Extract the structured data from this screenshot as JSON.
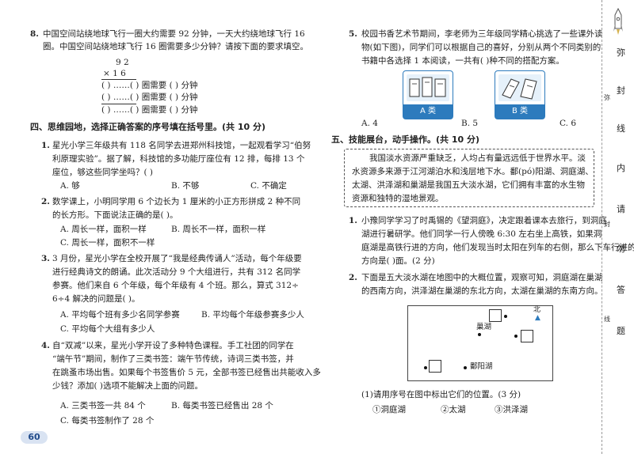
{
  "page_number": "60",
  "left": {
    "q8": {
      "num": "8.",
      "line1": "中国空间站绕地球飞行一圈大约需要 92 分钟，一天大约绕地球飞行 16",
      "line2": "圈。中国空间站绕地球飞行 16 圈需要多少分钟？请按下面的要求填空。",
      "calc_top": "9 2",
      "calc_mul": "×  1 6",
      "row1": "(        ) ……(   ) 圈需要 (      ) 分钟",
      "row2": "(        ) ……(   ) 圈需要 (      ) 分钟",
      "row3": "(        ) ……(   ) 圈需要 (      ) 分钟"
    },
    "section4_title": "四、思维园地，选择正确答案的序号填在括号里。(共 10 分)",
    "q1": {
      "num": "1.",
      "lines": [
        "星光小学三年级共有 118 名同学去进郑州科技馆，一起观看学习“伯努",
        "利原理实验”。据了解，科技馆的多功能厅座位有 12 排，每排 13 个",
        "座位，够这些同学坐吗？(    )"
      ],
      "a": "A. 够",
      "b": "B. 不够",
      "c": "C. 不确定"
    },
    "q2": {
      "num": "2.",
      "lines": [
        "数学课上，小明同学用 6 个边长为 1 厘米的小正方形拼成 2 种不同",
        "的长方形。下面说法正确的是(    )。"
      ],
      "a": "A. 周长一样，面积一样",
      "b": "B. 周长不一样，面积一样",
      "c": "C. 周长一样，面积不一样"
    },
    "q3": {
      "num": "3.",
      "lines": [
        "3 月份，星光小学在全校开展了“我是经典传诵人”活动，每个年级要",
        "进行经典诗文的朗诵。此次活动分 9 个大组进行，共有 312 名同学",
        "参赛。他们来自 6 个年级，每个年级有 4 个班。那么，算式 312÷",
        "6÷4 解决的问题是(    )。"
      ],
      "a": "A. 平均每个班有多少名同学参赛",
      "b": "B. 平均每个年级参赛多少人",
      "c": "C. 平均每个大组有多少人"
    },
    "q4": {
      "num": "4.",
      "lines": [
        "自“双减”以来，星光小学开设了多种特色课程。手工社团的同学在",
        "“端午节”期间，制作了三类书签：端午节传统，诗词三类书签，并",
        "在跳蚤市场出售。如果每个书签售价 5 元，全部书签已经售出共能收入多",
        "少钱？添加(    )选项不能解决上面的问题。"
      ],
      "a": "A. 三类书签一共 84 个",
      "b": "B. 每类书签已经售出 28 个",
      "c": "C. 每类书签制作了 28 个"
    }
  },
  "right": {
    "q5": {
      "num": "5.",
      "lines": [
        "校园书香艺术节期间，李老师为三年级同学精心挑选了一些课外读",
        "物(如下图)，同学们可以根据自己的喜好，分别从两个不同类别的",
        "书籍中各选择 1 本阅读，一共有(    )种不同的搭配方案。"
      ],
      "card_a": "A 类",
      "card_b": "B 类",
      "a": "A. 4",
      "b": "B. 5",
      "c": "C. 6"
    },
    "section5_title": "五、技能展台，动手操作。(共 10 分)",
    "passage": [
      "我国淡水资源严重缺乏，人均占有量远远低于世界水平。淡",
      "水资源多来源于江河湖泊水和浅层地下水。鄱(pó)阳湖、洞庭湖、",
      "太湖、洪泽湖和巢湖是我国五大淡水湖，它们拥有丰富的水生物",
      "资源和独特的湿地景观。"
    ],
    "q1": {
      "num": "1.",
      "lines": [
        "小豫同学学习了时禹锡的《望洞庭》，决定跟着课本去旅行，到洞庭",
        "湖进行暑研学。他们同学一行人傍晚 6:30 左右坐上高铁，如果洞",
        "庭湖是高铁行进的方向，他们发现当时太阳在列车的右侧，那么下车行进的",
        "方向是(    )面。(2 分)"
      ]
    },
    "q2": {
      "num": "2.",
      "lines": [
        "下面是五大淡水湖在地图中的大概位置，观察可知，洞庭湖在巢湖",
        "的西南方向，洪泽湖在巢湖的东北方向，太湖在巢湖的东南方向。"
      ]
    },
    "map": {
      "north": "北",
      "chaohu": "巢湖",
      "poyang": "鄱阳湖"
    },
    "sub1": "(1)请用序号在图中标出它们的位置。(3 分)",
    "opts": [
      "①洞庭湖",
      "②太湖",
      "③洪泽湖"
    ]
  },
  "sidebar": {
    "chars": [
      "弥",
      "封",
      "线",
      "内",
      "请",
      "勿",
      "答",
      "题"
    ],
    "mark1": "弥",
    "mark2": "封",
    "mark3": "线"
  }
}
